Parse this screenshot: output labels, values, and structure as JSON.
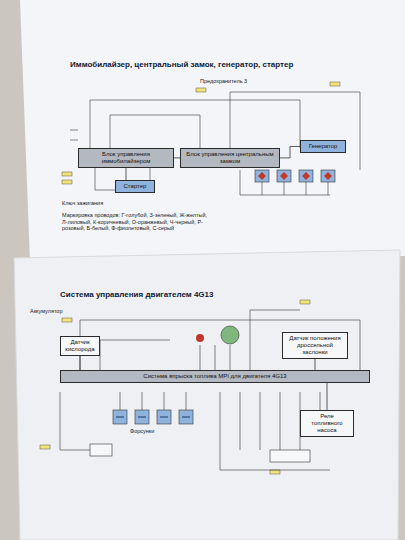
{
  "diagram": {
    "title": "Иммобилайзер, центральный замок, генератор, стартер",
    "nodes": [
      {
        "text": [
          "Блок управления иммобилайзером"
        ]
      },
      {
        "text": [
          "Блок управления центральным замком"
        ]
      },
      {
        "text": [
          "Генератор"
        ]
      },
      {
        "text": [
          "Стартер"
        ]
      },
      {
        "text": [
          "Система впрыска топлива MPI для двигателя 4G13"
        ]
      },
      {
        "text": [
          "Датчик кислорода"
        ]
      },
      {
        "text": [
          "Датчик положения дроссельной заслонки"
        ]
      },
      {
        "text": [
          "Реле топливного насоса"
        ]
      }
    ],
    "edges": [
      {
        "from": 0,
        "to": 1,
        "arrow": "none"
      },
      {
        "from": 1,
        "to": 2,
        "arrow": "none"
      },
      {
        "from": 0,
        "to": 3,
        "arrow": "none"
      },
      {
        "from": 5,
        "to": 4,
        "arrow": "none"
      },
      {
        "from": 6,
        "to": 4,
        "arrow": "none"
      },
      {
        "from": 7,
        "to": 4,
        "arrow": "none"
      }
    ],
    "labels": [
      "Маркировка проводов: Г-голубой, З-зеленый, Ж-желтый, Л-лиловый, К-коричневый, О-оранжевый, Ч-черный, Р-розовый, Б-белый, Ф-фиолетовый, С-серый",
      "Предохранитель 3",
      "Ключ зажигания",
      "Система управления двигателем 4G13",
      "Аккумулятор",
      "Форсунки"
    ]
  }
}
